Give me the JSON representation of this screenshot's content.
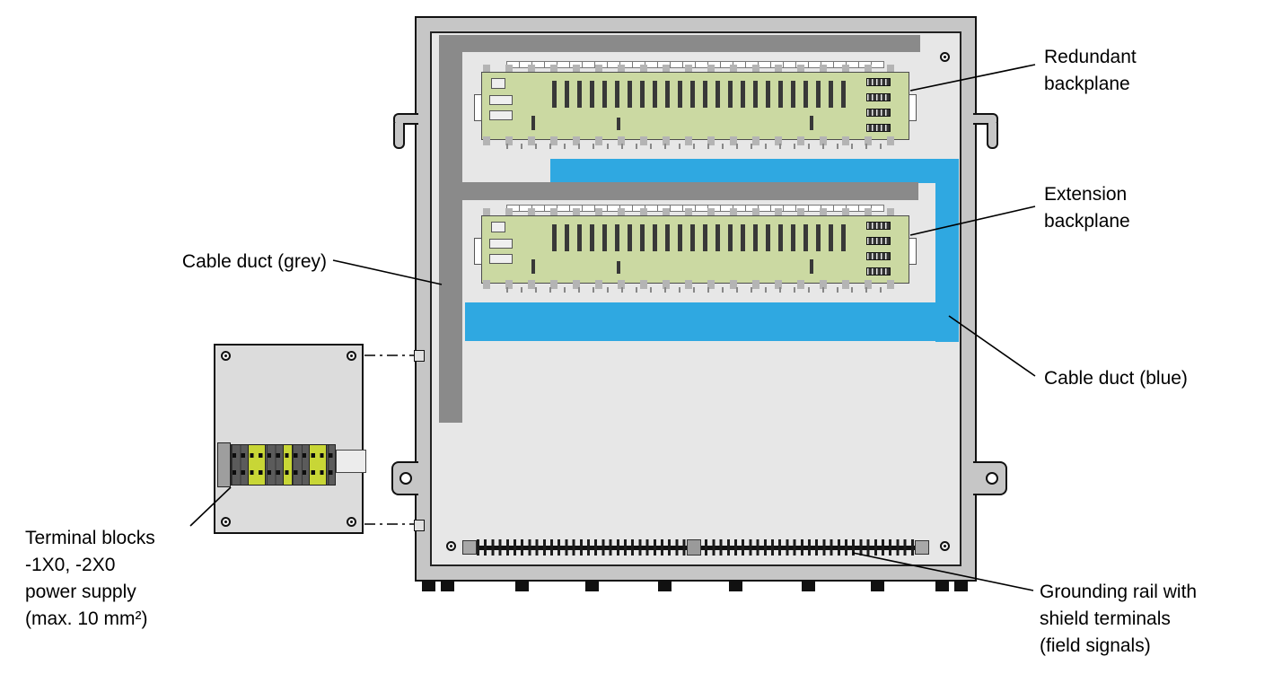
{
  "labels": {
    "redundant_backplane": "Redundant\nbackplane",
    "extension_backplane": "Extension\nbackplane",
    "cable_duct_grey": "Cable duct (grey)",
    "cable_duct_blue": "Cable duct (blue)",
    "terminal_blocks": "Terminal blocks\n-1X0, -2X0\npower supply\n(max. 10 mm²)",
    "grounding_rail": "Grounding rail with\nshield terminals\n(field signals)"
  },
  "colors": {
    "cable_duct_grey": "#8a8a8a",
    "cable_duct_blue": "#2fa8e1",
    "backplane_green": "#cbd9a2",
    "cabinet_frame": "#c6c6c6",
    "mounting_panel": "#e7e7e7",
    "terminal_yellow_green": "#c8d636"
  }
}
